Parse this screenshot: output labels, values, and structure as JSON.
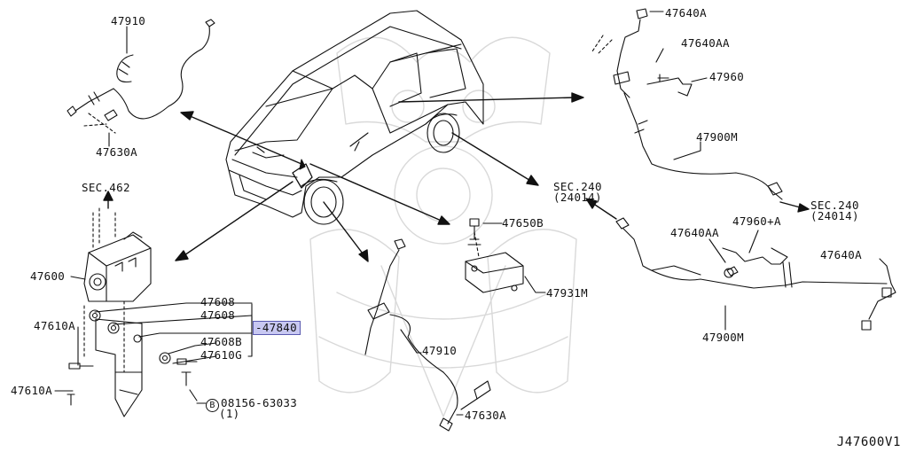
{
  "sections": {
    "sec462": "SEC.462",
    "sec240_center": "SEC.240",
    "sec240_center_sub": "(24014)",
    "sec240_right": "SEC.240",
    "sec240_right_sub": "(24014)"
  },
  "parts": {
    "p47910_top": "47910",
    "p47630A_top": "47630A",
    "p47600": "47600",
    "p47610A_a": "47610A",
    "p47610A_b": "47610A",
    "p47608_a": "47608",
    "p47608_b": "47608",
    "p47840": "47840",
    "p47608B": "47608B",
    "p47610G": "47610G",
    "bolt_code": "08156-63033",
    "bolt_qty": "(1)",
    "bolt_mark": "B",
    "p47650B": "47650B",
    "p47931M": "47931M",
    "p47910_bottom": "47910",
    "p47630A_bottom": "47630A",
    "p47640A_top": "47640A",
    "p47640AA_top": "47640AA",
    "p47960": "47960",
    "p47900M_top": "47900M",
    "p47640AA_mid": "47640AA",
    "p47960A": "47960+A",
    "p47640A_right": "47640A",
    "p47900M_bottom": "47900M"
  },
  "diagram_code": "J47600V1",
  "colors": {
    "ink": "#111111",
    "highlight": "#c8c8f2",
    "watermark": "#d9d9d9"
  }
}
